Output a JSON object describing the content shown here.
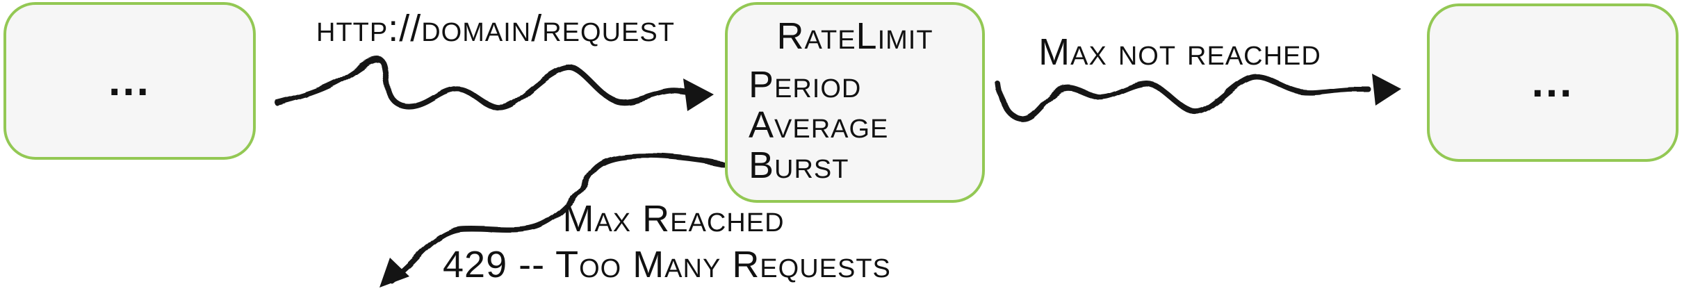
{
  "colors": {
    "box_border": "#93c854",
    "box_fill": "#f6f6f6",
    "ink": "#141414",
    "background": "#ffffff"
  },
  "nodes": {
    "source": {
      "label": "..."
    },
    "ratelimit": {
      "title": "RateLimit",
      "fields": [
        "Period",
        "Average",
        "Burst"
      ]
    },
    "sink": {
      "label": "..."
    }
  },
  "edges": {
    "request": {
      "label": "http://domain/request"
    },
    "max_not_reached": {
      "label": "Max not reached"
    },
    "max_reached": {
      "label": "Max Reached",
      "status": "429 -- Too Many Requests"
    }
  }
}
